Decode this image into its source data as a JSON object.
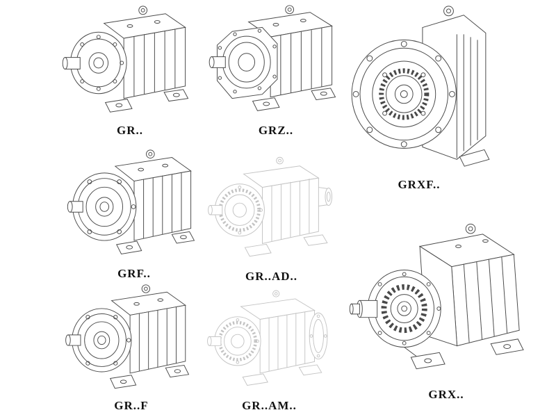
{
  "page": {
    "background": "#ffffff",
    "line_color": "#4a4a4a",
    "phantom_line_color": "#c3c3c3"
  },
  "models": {
    "gr": {
      "label": "GR.."
    },
    "grz": {
      "label": "GRZ.."
    },
    "grxf": {
      "label": "GRXF.."
    },
    "grf": {
      "label": "GRF.."
    },
    "grad": {
      "label": "GR..AD.."
    },
    "grx": {
      "label": "GRX.."
    },
    "grff": {
      "label": "GR..F"
    },
    "gram": {
      "label": "GR..AM.."
    }
  }
}
